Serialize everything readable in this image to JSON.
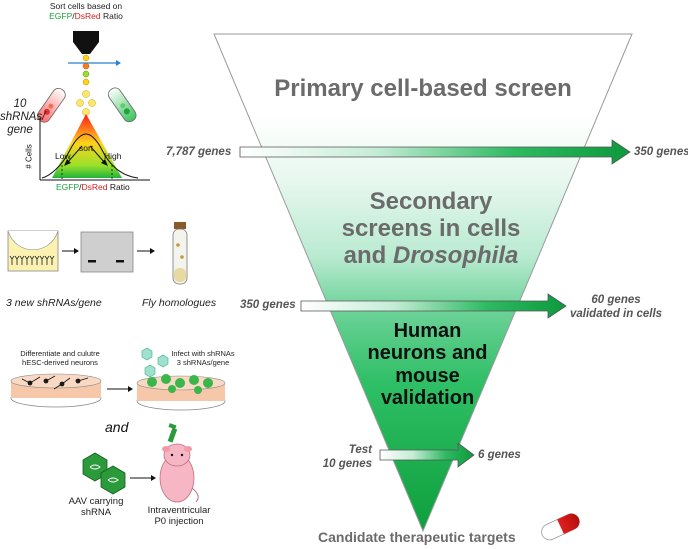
{
  "funnel": {
    "stage1": "Primary cell-based screen",
    "stage2_line1": "Secondary",
    "stage2_line2": "screens in cells",
    "stage2_line3_prefix": "and ",
    "stage2_line3_italic": "Drosophila",
    "stage3_line1": "Human",
    "stage3_line2": "neurons and",
    "stage3_line3": "mouse",
    "stage3_line4": "validation",
    "bottom": "Candidate therapeutic targets"
  },
  "arrows": [
    {
      "from": "7,787 genes",
      "to": "350 genes"
    },
    {
      "from": "350 genes",
      "to_line1": "60 genes",
      "to_line2": "validated in cells"
    },
    {
      "from_line1": "Test",
      "from_line2": "10 genes",
      "to": "6 genes"
    }
  ],
  "panel1": {
    "title_line1": "Sort cells based on",
    "title_green": "EGFP",
    "title_red": "DsRed",
    "title_suffix": " Ratio",
    "shrna_line1": "10",
    "shrna_line2": "shRNAs/",
    "shrna_line3": "gene",
    "sort_label": "sort",
    "low_label": "Low",
    "high_label": "High",
    "y_axis": "# Cells",
    "x_green": "EGFP",
    "x_red": "DsRed",
    "x_suffix": " Ratio"
  },
  "panel2": {
    "left_caption": "3 new shRNAs/gene",
    "right_caption": "Fly homologues"
  },
  "panel3": {
    "left_title_line1": "Differentiate and culutre",
    "left_title_line2": "hESC-derived neurons",
    "right_title_line1": "Infect with shRNAs",
    "right_title_line2": "3 shRNAs/gene",
    "and": "and",
    "aav_line1": "AAV carrying",
    "aav_line2": "shRNA",
    "inj_line1": "Intraventricular",
    "inj_line2": "P0 injection"
  },
  "colors": {
    "green_dark": "#0a9a3a",
    "green_mid": "#22b24c",
    "green_light": "#dff5ea",
    "stage1_text": "#6b6b6b",
    "stage2_text": "#6b6b6b",
    "stage3_text": "#111111",
    "egfp_green": "#1aa33a",
    "dsred_red": "#d42020"
  }
}
